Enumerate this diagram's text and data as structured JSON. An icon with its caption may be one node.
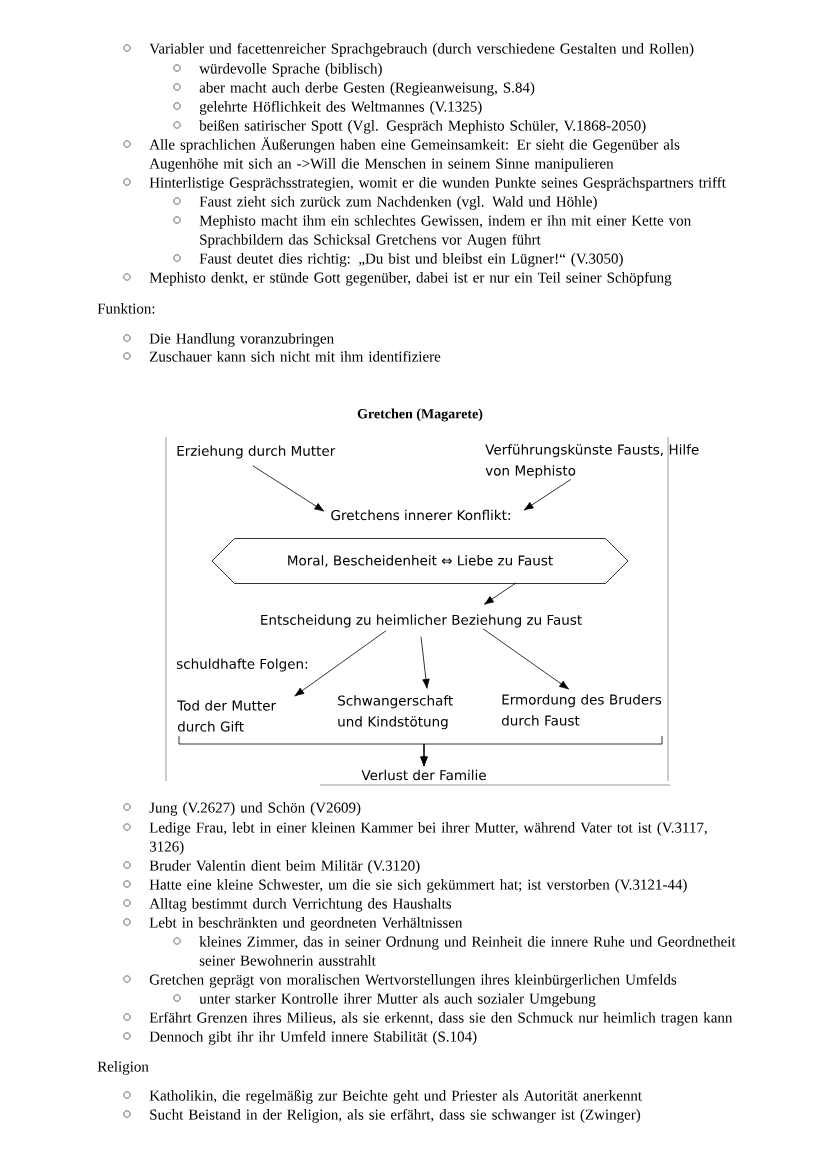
{
  "diagram": {
    "title": "Gretchen (Magarete)",
    "nodes": [
      {
        "text": [
          "Erziehung durch Mutter"
        ]
      },
      {
        "text": [
          "Verführungskünste Fausts, Hilfe von Mephisto"
        ]
      },
      {
        "text": [
          "Gretchens innerer Konflikt:"
        ]
      },
      {
        "text": [
          "Moral, Bescheidenheit ⇔ Liebe zu Faust"
        ]
      },
      {
        "text": [
          "Entscheidung zu heimlicher Beziehung zu Faust"
        ]
      },
      {
        "text": [
          "Tod der Mutter durch Gift"
        ]
      },
      {
        "text": [
          "Schwangerschaft und Kindstötung"
        ]
      },
      {
        "text": [
          "Ermordung des Bruders durch Faust"
        ]
      },
      {
        "text": [
          "Verlust der Familie"
        ]
      }
    ],
    "edges": [
      {
        "from": 0,
        "to": 2,
        "arrow": "to"
      },
      {
        "from": 1,
        "to": 2,
        "arrow": "to"
      },
      {
        "from": 3,
        "to": 4,
        "arrow": "to"
      },
      {
        "from": 4,
        "to": 5,
        "arrow": "to"
      },
      {
        "from": 4,
        "to": 6,
        "arrow": "to"
      },
      {
        "from": 4,
        "to": 7,
        "arrow": "to"
      },
      {
        "from": 5,
        "to": 8,
        "arrow": "to"
      },
      {
        "from": 6,
        "to": 8,
        "arrow": "to"
      },
      {
        "from": 7,
        "to": 8,
        "arrow": "to"
      }
    ],
    "labels": [
      "Variabler und facettenreicher Sprachgebrauch (durch verschiedene Gestalten und Rollen)",
      "würdevolle Sprache (biblisch)",
      "aber macht auch derbe Gesten (Regieanweisung, S.84)",
      "gelehrte Höflichkeit des Weltmannes (V.1325)",
      "beißen satirischer Spott (Vgl. Gespräch Mephisto Schüler, V.1868-2050)",
      "Alle sprachlichen Äußerungen haben eine Gemeinsamkeit: Er sieht die Gegenüber als Augenhöhe mit sich an ->Will die Menschen in seinem Sinne manipulieren",
      "Hinterlistige Gesprächsstrategien, womit er die wunden Punkte seines Gesprächspartners trifft",
      "Faust zieht sich zurück zum Nachdenken (vgl. Wald und Höhle)",
      "Mephisto macht ihm ein schlechtes Gewissen, indem er ihn mit einer Kette von Sprachbildern das Schicksal Gretchens vor Augen führt",
      "Faust deutet dies richtig: „Du bist und bleibst ein Lügner!“ (V.3050)",
      "Mephisto denkt, er stünde Gott gegenüber, dabei ist er nur ein Teil seiner Schöpfung",
      "Funktion:",
      "Die Handlung voranzubringen",
      "Zuschauer kann sich nicht mit ihm identifiziere",
      "schuldhafte Folgen:",
      "Jung (V.2627) und Schön (V2609)",
      "Ledige Frau, lebt in einer kleinen Kammer bei ihrer Mutter, während Vater tot ist (V.3117, 3126)",
      "Bruder Valentin dient beim Militär (V.3120)",
      "Hatte eine kleine Schwester, um die sie sich gekümmert hat; ist verstorben (V.3121-44)",
      "Alltag bestimmt durch Verrichtung des Haushalts",
      "Lebt in beschränkten und geordneten Verhältnissen",
      "kleines Zimmer, das in seiner Ordnung und Reinheit die innere Ruhe und Geordnetheit seiner Bewohnerin ausstrahlt",
      "Gretchen geprägt von moralischen Wertvorstellungen ihres kleinbürgerlichen Umfelds",
      "unter starker Kontrolle ihrer Mutter als auch sozialer Umgebung",
      "Erfährt Grenzen ihres Milieus, als sie erkennt, dass sie den Schmuck nur heimlich tragen kann",
      "Dennoch gibt ihr ihr Umfeld innere Stabilität (S.104)",
      "Religion",
      "Katholikin, die regelmäßig zur Beichte geht und Priester als Autorität anerkennt",
      "Sucht Beistand in der Religion, als sie erfährt, dass sie schwanger ist (Zwinger)"
    ]
  }
}
